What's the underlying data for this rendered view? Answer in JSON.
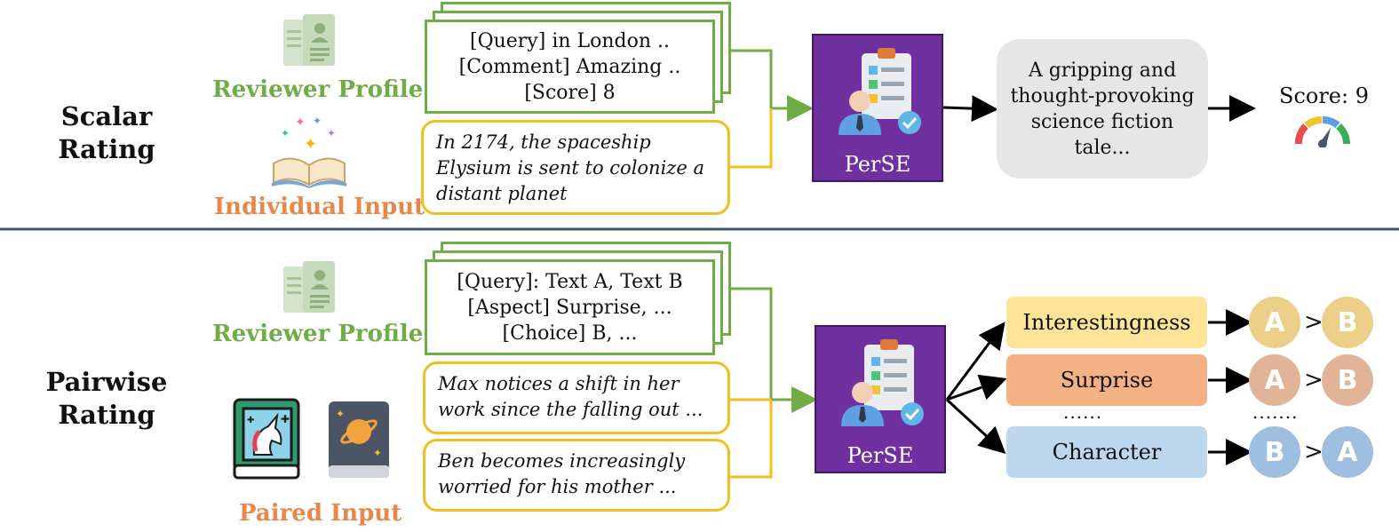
{
  "scalar": {
    "label_line1": "Scalar",
    "label_line2": "Rating",
    "reviewer_profile": "Reviewer Profile",
    "individual_input": "Individual Input",
    "card_lines": [
      "[Query] in London ..",
      "[Comment] Amazing ..",
      "[Score] 8"
    ],
    "story_text": "In 2174, the spaceship Elysium is sent to colonize a distant planet",
    "model_name": "PerSE",
    "output_text": "A gripping and thought-provoking science fiction tale...",
    "score_text": "Score: 9"
  },
  "pairwise": {
    "label_line1": "Pairwise",
    "label_line2": "Rating",
    "reviewer_profile": "Reviewer Profile",
    "paired_input": "Paired Input",
    "card_lines": [
      "[Query]: Text A, Text B",
      "[Aspect] Surprise, ...",
      "[Choice] B, ..."
    ],
    "story_a": "Max notices a shift in her work since the falling out ...",
    "story_b": "Ben becomes increasingly worried for his mother ...",
    "model_name": "PerSE",
    "aspects": [
      {
        "label": "Interestingness",
        "left": "A",
        "op": ">",
        "right": "B"
      },
      {
        "label": "Surprise",
        "left": "A",
        "op": ">",
        "right": "B"
      },
      {
        "label": "Character",
        "left": "B",
        "op": ">",
        "right": "A"
      }
    ],
    "aspect_dots": "......",
    "result_dots": "......."
  },
  "colors": {
    "green": "#70ad47",
    "orange": "#e8874a",
    "yellow": "#f0c020",
    "purple": "#7030a0",
    "interestingness": "#fde499",
    "surprise": "#f4b183",
    "character": "#bdd7ee"
  },
  "icons": [
    "profile-card-icon",
    "open-book-icon",
    "unicorn-book-icon",
    "planet-book-icon",
    "reviewer-clipboard-icon",
    "gauge-icon"
  ]
}
